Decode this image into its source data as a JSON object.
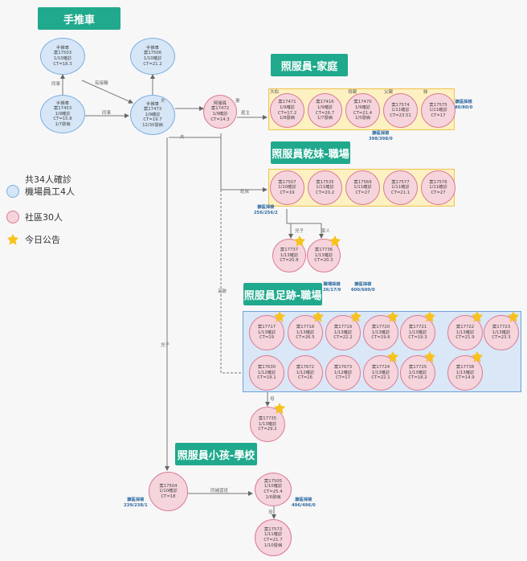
{
  "headers": {
    "cart": "手推車",
    "family": "照服員-家庭",
    "sister": "照服員乾妹-職場",
    "footprint": "照服員足跡-職場",
    "child": "照服員小孩-學校"
  },
  "legend": {
    "total": "共34人確診",
    "staff": "機場員工4人",
    "community": "社區30人",
    "today": "今日公告"
  },
  "nodes": {
    "n17503": [
      "手推車",
      "案17503",
      "1/10確診",
      "CT=18.3"
    ],
    "n17506": [
      "手推車",
      "案17506",
      "1/10確診",
      "CT=21.2"
    ],
    "n17453": [
      "手推車",
      "案17453",
      "1/9確診",
      "CT=15.8",
      "1/7發病"
    ],
    "n17473": [
      "手推車",
      "案17473",
      "1/9確診",
      "CT=19.7",
      "12/30發病"
    ],
    "n17472": [
      "照服員",
      "案17472",
      "1/9確診",
      "CT=14.3"
    ],
    "n17471": [
      "案17471",
      "1/9確診",
      "CT=17.2",
      "1/8發病"
    ],
    "n17416": [
      "案17416",
      "1/9確診",
      "CT=26.7",
      "1/7發病"
    ],
    "n17470": [
      "案17470",
      "1/9確診",
      "CT=21.4",
      "1/5發病"
    ],
    "n17574": [
      "案17574",
      "1/11確診",
      "CT=23.51"
    ],
    "n17575": [
      "案17575",
      "1/11確診",
      "CT=17"
    ],
    "n17507": [
      "案17507",
      "1/10確診",
      "CT=19"
    ],
    "n17535": [
      "案17535",
      "1/11確診",
      "CT=20.2"
    ],
    "n17569": [
      "案17569",
      "1/11確診",
      "CT=27"
    ],
    "n17577": [
      "案17577",
      "1/11確診",
      "CT=21.1"
    ],
    "n17576": [
      "案17576",
      "1/11確診",
      "CT=27"
    ],
    "n17737": [
      "案17737",
      "1/13確診",
      "CT=20.8"
    ],
    "n17736": [
      "案17736",
      "1/13確診",
      "CT=20.3"
    ],
    "n17717": [
      "案17717",
      "1/13確診",
      "CT=19"
    ],
    "n17718": [
      "案17718",
      "1/13確診",
      "CT=26.5"
    ],
    "n17719": [
      "案17719",
      "1/13確診",
      "CT=22.2"
    ],
    "n17720": [
      "案17720",
      "1/13確診",
      "CT=19.6"
    ],
    "n17721": [
      "案17721",
      "1/13確診",
      "CT=19.3"
    ],
    "n17722": [
      "案17722",
      "1/13確診",
      "CT=21.9"
    ],
    "n17723": [
      "案17723",
      "1/13確診",
      "CT=23.3"
    ],
    "n17630": [
      "案17630",
      "1/12確診",
      "CT=19.1"
    ],
    "n17672": [
      "案17672",
      "1/12確診",
      "CT=16"
    ],
    "n17673": [
      "案17673",
      "1/12確診",
      "CT=17"
    ],
    "n17724": [
      "案17724",
      "1/13確診",
      "CT=22.1"
    ],
    "n17725": [
      "案17725",
      "1/13確診",
      "CT=18.2"
    ],
    "n17738": [
      "案17738",
      "1/13確診",
      "CT=14.9"
    ],
    "n17735": [
      "案17735",
      "1/13確診",
      "CT=29.2"
    ],
    "n17504": [
      "案17504",
      "1/10確診",
      "CT=18"
    ],
    "n17505": [
      "案17505",
      "1/10確診",
      "CT=25.4",
      "1/6發病"
    ],
    "n17573": [
      "案17573",
      "1/11確診",
      "CT=21.7",
      "1/10發病"
    ]
  },
  "relations": {
    "colleague1": "同事",
    "colleague2": "同事",
    "cart_work": "有接觸",
    "husband": "夫",
    "wife": "妻",
    "employer": "雇主",
    "sister": "乾妹",
    "footprint": "足跡",
    "son1": "兒子",
    "son2": "兒子",
    "family": "家人",
    "mother1": "母",
    "mother2": "母",
    "classmate": "同補習班"
  },
  "family_roles": {
    "grandma": "大伯",
    "mother": "母親",
    "father": "父親",
    "sister": "妹"
  },
  "screening": {
    "family": [
      "篩區採檢",
      "80/80/0"
    ],
    "family_box": [
      "篩區採檢",
      "398/398/0"
    ],
    "sister": [
      "篩區採檢",
      "256/256/2"
    ],
    "work_zone": [
      "職場採檢",
      "26/17/9"
    ],
    "footprint": [
      "篩區採檢",
      "600/600/0"
    ],
    "child": [
      "篩區採檢",
      "239/238/1"
    ],
    "school": [
      "篩區採檢",
      "496/496/0"
    ]
  },
  "colors": {
    "header": "#20a98d",
    "staff_fill": "#d6e6f6",
    "community_fill": "#f6d4dc",
    "star": "#f7c21b"
  }
}
